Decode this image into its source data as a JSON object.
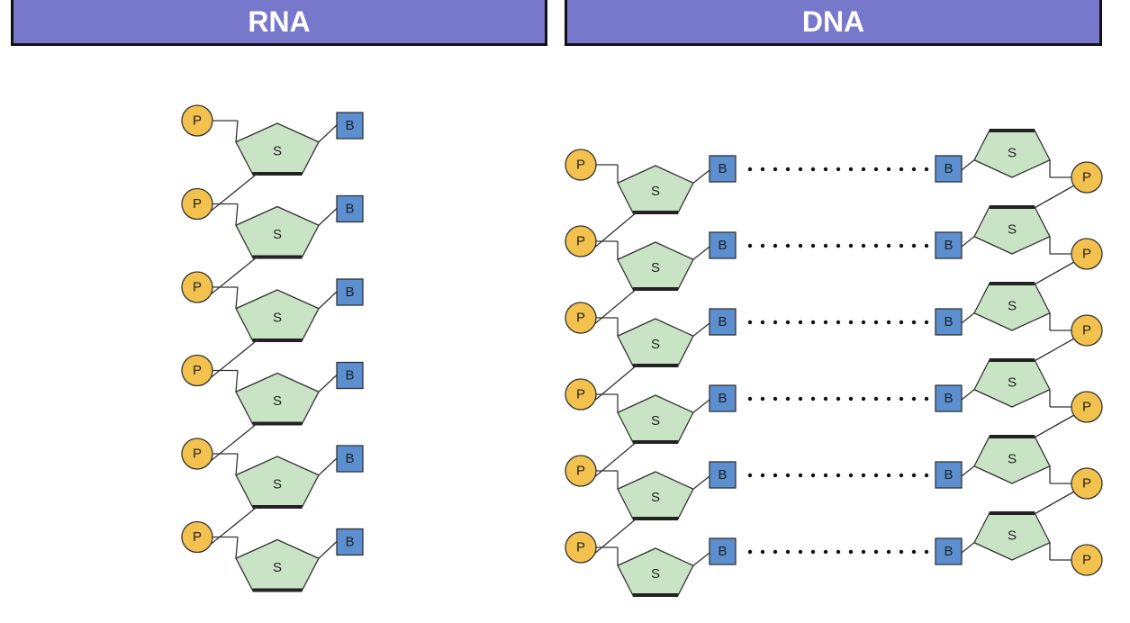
{
  "headers": {
    "rna": "RNA",
    "dna": "DNA"
  },
  "labels": {
    "phosphate": "P",
    "sugar": "S",
    "base": "B"
  },
  "rna": {
    "nucleotide_count": 6
  },
  "dna": {
    "base_pair_count": 6
  },
  "colors": {
    "header_bg": "#7777cc",
    "phosphate_fill": "#f2c14e",
    "sugar_fill": "#c9e4c5",
    "base_fill": "#5b8fd0",
    "stroke": "#333333"
  }
}
